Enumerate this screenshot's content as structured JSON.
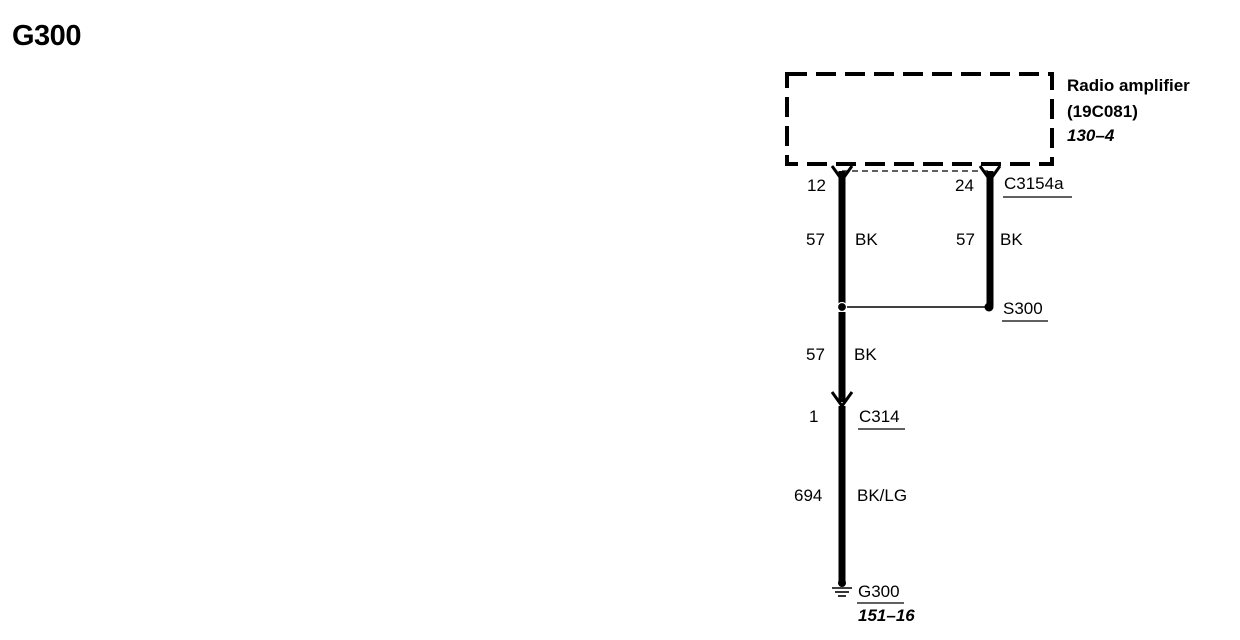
{
  "page_title": "G300",
  "component": {
    "name": "Radio amplifier",
    "part_number": "(19C081)",
    "page_ref": "130–4"
  },
  "connector_top": {
    "id": "C3154a",
    "pin_left": "12",
    "pin_right": "24"
  },
  "wires": {
    "left_upper": {
      "circuit": "57",
      "color": "BK"
    },
    "right_upper": {
      "circuit": "57",
      "color": "BK"
    },
    "left_mid": {
      "circuit": "57",
      "color": "BK"
    },
    "left_lower": {
      "circuit": "694",
      "color": "BK/LG"
    }
  },
  "splice": {
    "id": "S300"
  },
  "connector_bottom": {
    "id": "C314",
    "pin": "1"
  },
  "ground": {
    "id": "G300",
    "page_ref": "151–16"
  }
}
